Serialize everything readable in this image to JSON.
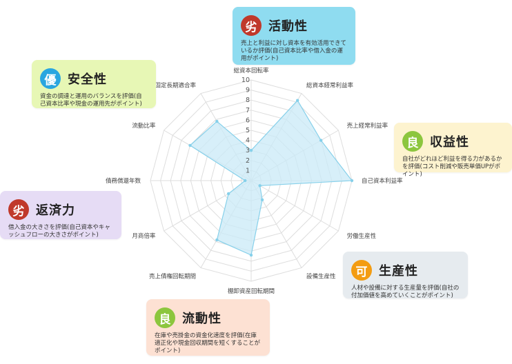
{
  "chart_data": {
    "type": "radar",
    "rmax": 10,
    "ticks": [
      1,
      2,
      3,
      4,
      5,
      6,
      7,
      8,
      9,
      10
    ],
    "axes": [
      "総資本回転率",
      "総資本経常利益率",
      "売上経常利益率",
      "自己資本利益率",
      "労働生産性",
      "設備生産性",
      "棚卸資産回転期間",
      "売上債権回転期間",
      "月商倍率",
      "債務償還年数",
      "流動比率",
      "固定長期適合率"
    ],
    "values": [
      3,
      9.2,
      8,
      10,
      1,
      2.2,
      7.4,
      6.8,
      2.6,
      0.6,
      7,
      6.8
    ],
    "fill_color": "#c9eaf7",
    "stroke_color": "#86d0ea"
  },
  "cards": {
    "katsudo": {
      "badge": "劣",
      "title": "活動性",
      "desc": "売上と利益に対し資本を有効活用できているか評価(自己資本比率や借入金の運用がポイント)",
      "badge_color": "#c0392b"
    },
    "anzen": {
      "badge": "優",
      "title": "安全性",
      "desc": "資金の調達と運用のバランスを評価(自己資本比率や現金の運用先がポイント)",
      "badge_color": "#2aa6e0"
    },
    "shueki": {
      "badge": "良",
      "title": "収益性",
      "desc": "自社がどれほど利益を得る力があるかを評価(コスト削減や販売単価UPがポイント)",
      "badge_color": "#8cc63e"
    },
    "hensai": {
      "badge": "劣",
      "title": "返済力",
      "desc": "借入金の大きさを評価(自己資本やキャッシュフローの大きさがポイント)",
      "badge_color": "#c0392b"
    },
    "seisan": {
      "badge": "可",
      "title": "生産性",
      "desc": "人材や設備に対する生産量を評価(自社の付加価値を高めていくことがポイント)",
      "badge_color": "#f39c12"
    },
    "ryudo": {
      "badge": "良",
      "title": "流動性",
      "desc": "在庫や売掛金の資金化速度を評価(在庫適正化や現金回収期間を短くすることがポイント)",
      "badge_color": "#8cc63e"
    }
  }
}
